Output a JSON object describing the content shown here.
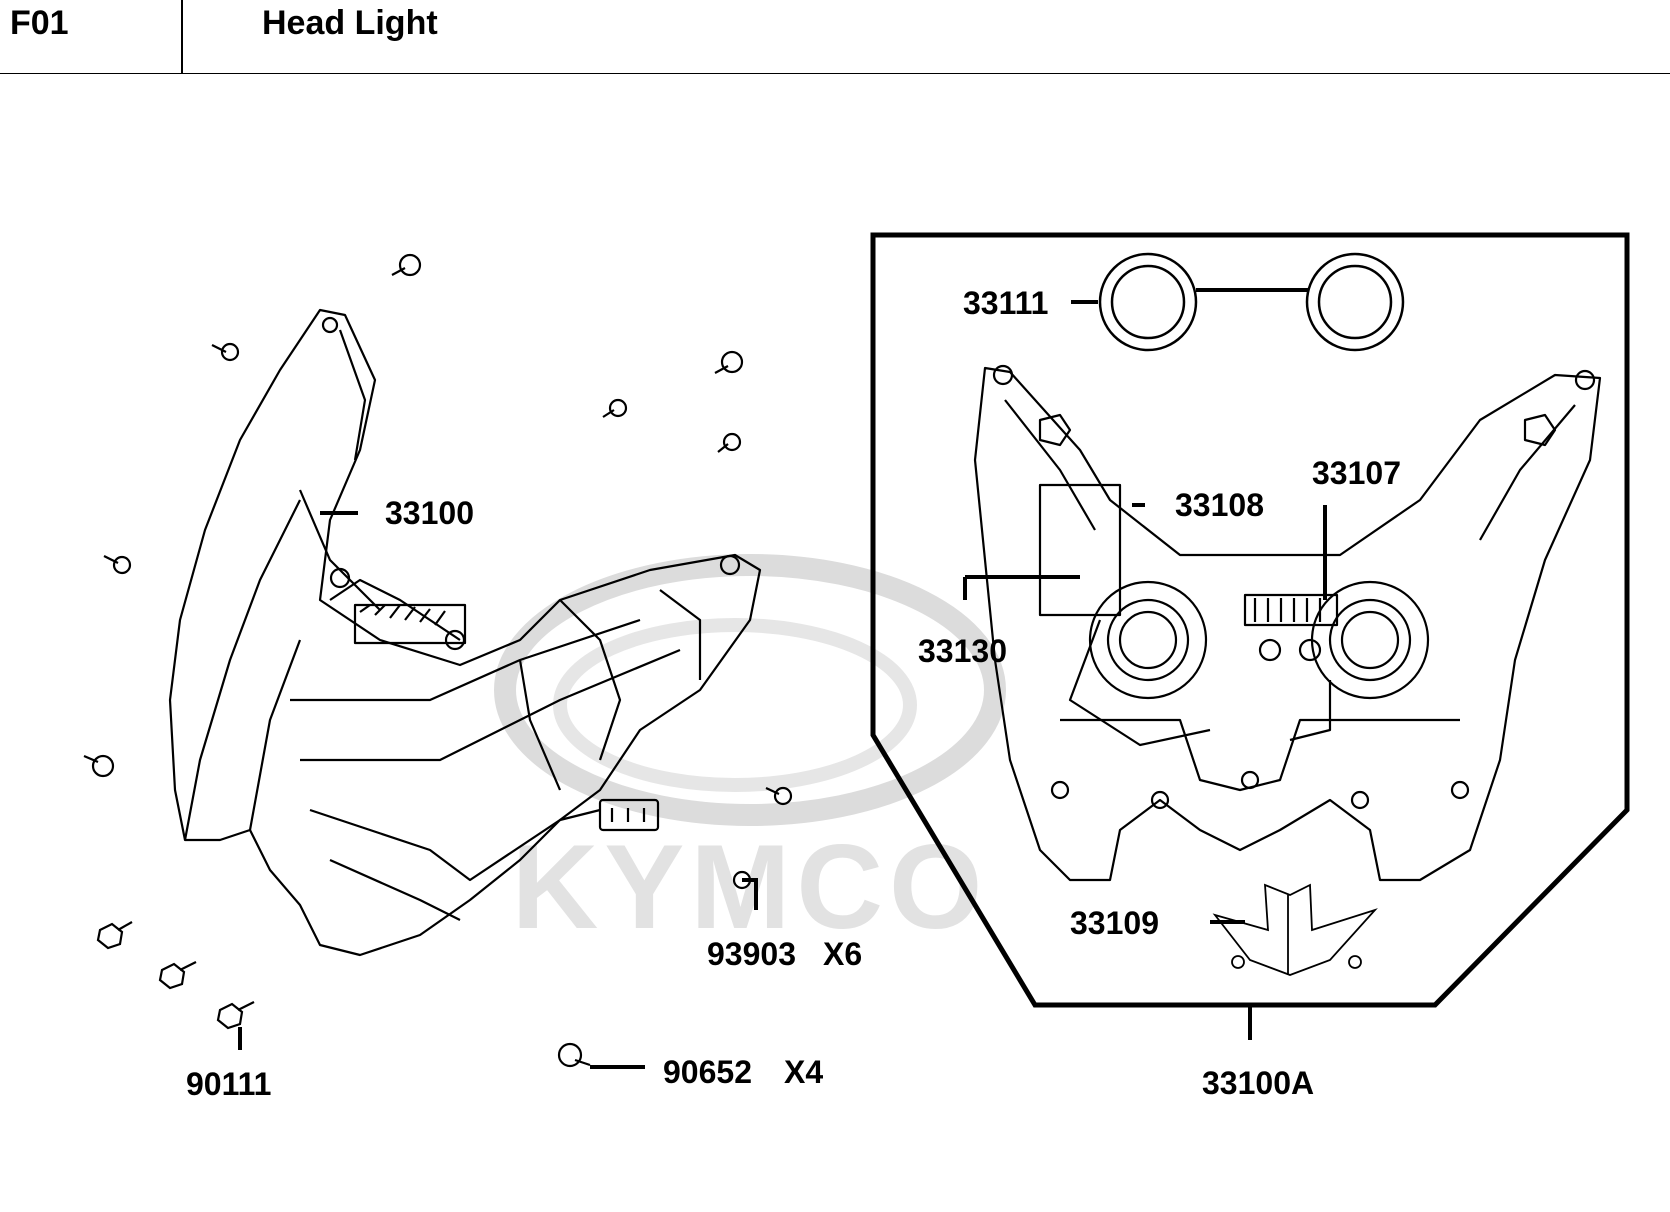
{
  "header": {
    "code": "F01",
    "title": "Head Light"
  },
  "watermark": "KYMCO",
  "callouts": {
    "c33100": "33100",
    "c33111": "33111",
    "c33108": "33108",
    "c33107": "33107",
    "c33130": "33130",
    "c33109": "33109",
    "c33100A": "33100A",
    "c93903": "93903",
    "c93903_qty": "X6",
    "c90652": "90652",
    "c90652_qty": "X4",
    "c90111": "90111"
  },
  "colors": {
    "line": "#000000",
    "watermark": "#dcdcdc"
  }
}
